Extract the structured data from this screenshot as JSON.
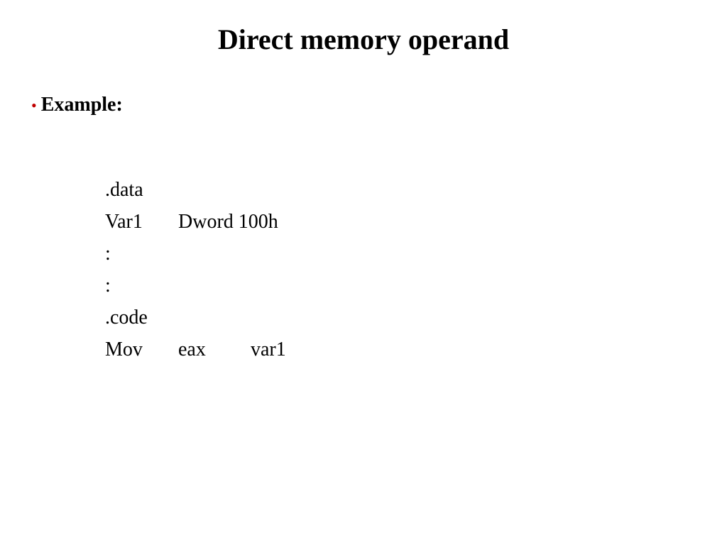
{
  "slide": {
    "title": "Direct memory operand",
    "bullet": {
      "marker": "•",
      "text": "Example:"
    },
    "code_lines": [
      {
        "c0": ".data",
        "c1": "",
        "c2": ""
      },
      {
        "c0": "Var1",
        "c1": "Dword 100h",
        "c2": ""
      },
      {
        "c0": ":",
        "c1": "",
        "c2": ""
      },
      {
        "c0": ":",
        "c1": "",
        "c2": ""
      },
      {
        "c0": ".code",
        "c1": "",
        "c2": ""
      },
      {
        "c0": "Mov",
        "c1": "eax",
        "c2": "var1"
      }
    ],
    "colors": {
      "bullet_marker": "#c00000",
      "text": "#000000",
      "background": "#ffffff"
    }
  }
}
